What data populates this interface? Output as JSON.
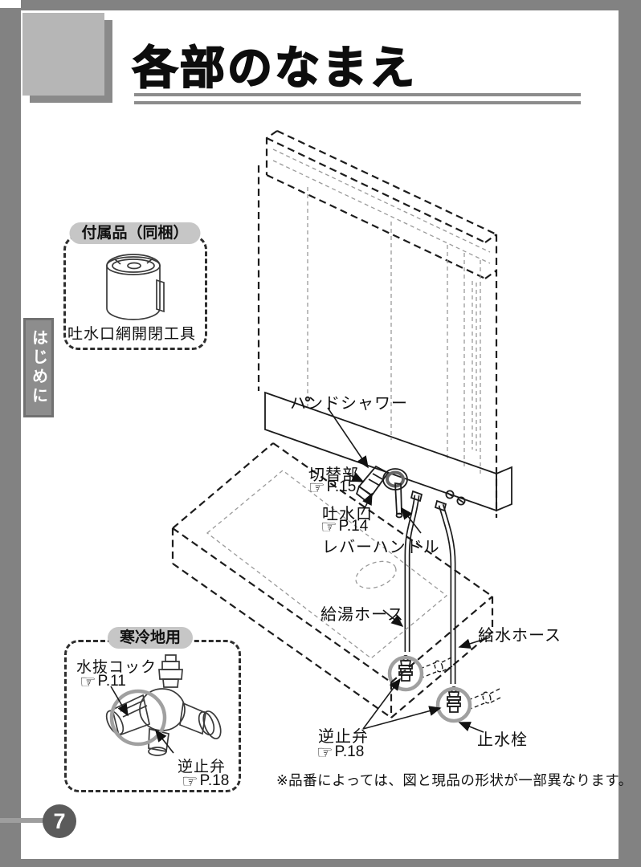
{
  "page": {
    "title": "各部のなまえ",
    "side_tab": "はじめに",
    "note": "※品番によっては、図と現品の形状が一部異なります。",
    "page_number": "7"
  },
  "icons": {
    "page_ref": "☞"
  },
  "accessory_box": {
    "label": "付属品（同梱）",
    "item_caption": "吐水口網開閉工具"
  },
  "cold_region_box": {
    "label": "寒冷地用",
    "drain_cock": "水抜コック",
    "drain_cock_ref": "P.11",
    "check_valve": "逆止弁",
    "check_valve_ref": "P.18"
  },
  "diagram": {
    "labels": {
      "hand_shower": "ハンドシャワー",
      "switch_part": "切替部",
      "switch_part_ref": "P.15",
      "spout": "吐水口",
      "spout_ref": "P.14",
      "lever_handle": "レバーハンドル",
      "hot_water_hose": "給湯ホース",
      "water_supply_hose": "給水ホース",
      "check_valve": "逆止弁",
      "check_valve_ref": "P.18",
      "stop_valve": "止水栓"
    }
  },
  "colors": {
    "frame": "#828282",
    "decoration_square": "#b6b6b6",
    "decoration_shadow": "#8a8a8a",
    "tab_background": "#8d8d8d",
    "pill_background": "#c6c6c6",
    "page_circle": "#5b5b5b",
    "highlight_circle": "#a0a0a0"
  }
}
